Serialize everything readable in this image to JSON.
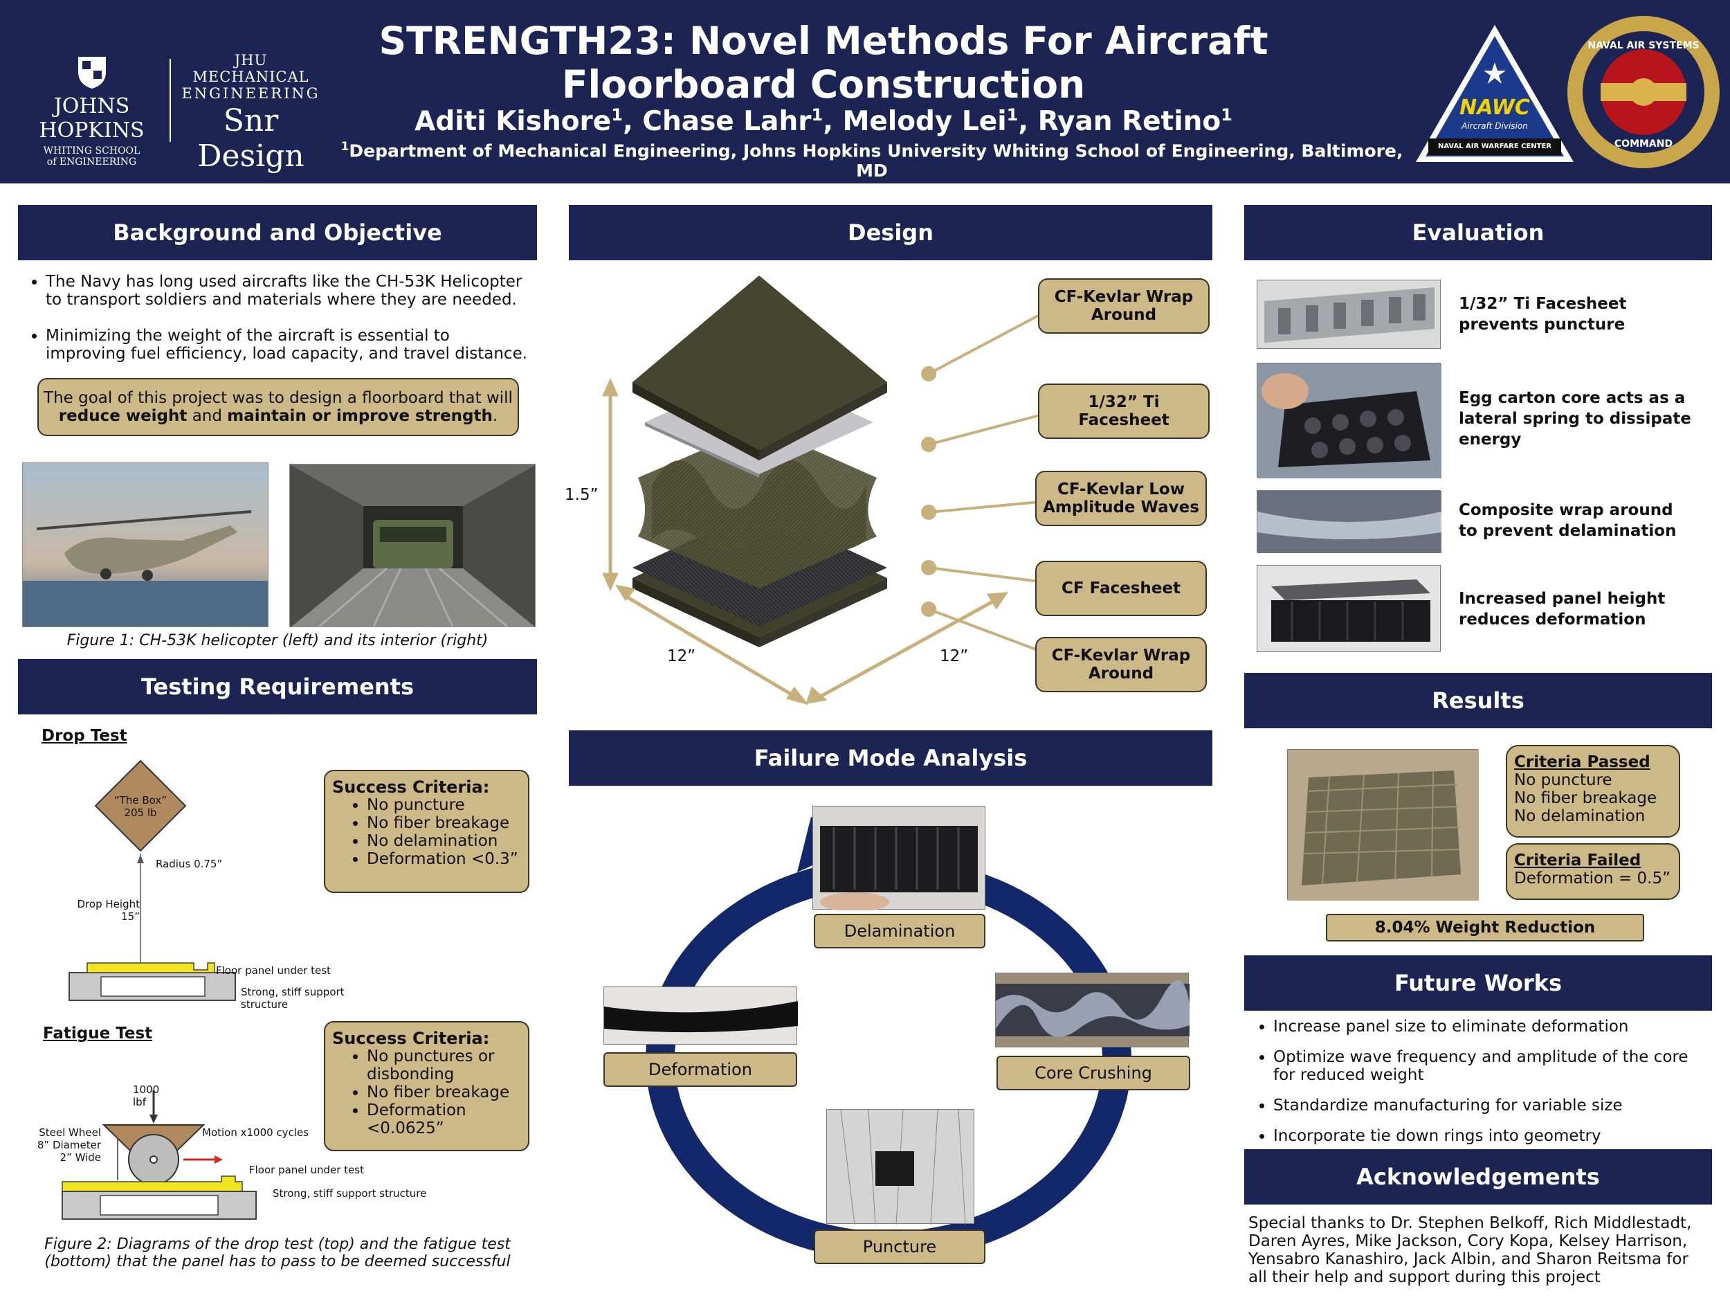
{
  "header": {
    "jhu_logo": [
      "JOHNS HOPKINS",
      "WHITING SCHOOL",
      "of ENGINEERING"
    ],
    "me_logo": [
      "JHU MECHANICAL",
      "ENGINEERING",
      "Snr Design"
    ],
    "title_line1": "STRENGTH23: Novel Methods For Aircraft",
    "title_line2": "Floorboard Construction",
    "authors": [
      {
        "name": "Aditi Kishore",
        "sup": "1"
      },
      {
        "name": "Chase Lahr",
        "sup": "1"
      },
      {
        "name": "Melody Lei",
        "sup": "1"
      },
      {
        "name": "Ryan Retino",
        "sup": "1"
      }
    ],
    "affiliation_sup": "1",
    "affiliation": "Department of Mechanical Engineering, Johns Hopkins University Whiting School of Engineering, Baltimore, MD",
    "nawc_logo": [
      "NAWC",
      "Aircraft Division",
      "NAVAL AIR WARFARE CENTER"
    ],
    "navair_logo": [
      "NAVAL AIR SYSTEMS",
      "COMMAND"
    ]
  },
  "background": {
    "heading": "Background and Objective",
    "bullets": [
      "The Navy has long used aircrafts like the CH-53K Helicopter to transport soldiers and materials where they are needed.",
      "Minimizing the weight of the aircraft is essential to improving fuel efficiency, load capacity, and travel distance."
    ],
    "goal_pre": "The goal of this project was to design a floorboard that will",
    "goal_b1": "reduce weight",
    "goal_mid": "and",
    "goal_b2": "maintain or improve strength",
    "goal_end": ".",
    "figure1_caption": "Figure 1: CH-53K helicopter (left) and its interior (right)"
  },
  "testing": {
    "heading": "Testing Requirements",
    "drop": {
      "title": "Drop Test",
      "box_label": "“The Box”",
      "box_weight": "205 lb",
      "radius": "Radius 0.75”",
      "drop_height": "Drop Height",
      "drop_value": "15”",
      "panel": "Floor panel under test",
      "support": "Strong, stiff support structure",
      "criteria_title": "Success Criteria:",
      "criteria": [
        "No puncture",
        "No fiber breakage",
        "No delamination",
        "Deformation <0.3”"
      ]
    },
    "fatigue": {
      "title": "Fatigue Test",
      "load": "1000 lbf",
      "wheel": [
        "Steel Wheel",
        "8” Diameter",
        "2” Wide"
      ],
      "motion": "Motion x1000 cycles",
      "panel": "Floor panel under test",
      "support": "Strong, stiff support structure",
      "criteria_title": "Success Criteria:",
      "criteria": [
        "No punctures or disbonding",
        "No fiber breakage",
        "Deformation <0.0625”"
      ]
    },
    "figure2_caption_line1": "Figure 2: Diagrams of the drop test (top) and the fatigue test",
    "figure2_caption_line2": "(bottom) that the panel has to pass to be deemed successful"
  },
  "design": {
    "heading": "Design",
    "height_dim": "1.5”",
    "width_dim_left": "12”",
    "width_dim_right": "12”",
    "layers": [
      "CF-Kevlar Wrap Around",
      "1/32” Ti Facesheet",
      "CF-Kevlar Low Amplitude Waves",
      "CF Facesheet",
      "CF-Kevlar Wrap Around"
    ],
    "colors": {
      "navy": "#1b2452",
      "tan": "#cdb888",
      "leader": "#c8b07c"
    }
  },
  "failure": {
    "heading": "Failure Mode Analysis",
    "modes": [
      "Delamination",
      "Core Crushing",
      "Puncture",
      "Deformation"
    ]
  },
  "evaluation": {
    "heading": "Evaluation",
    "items": [
      "1/32” Ti Facesheet prevents puncture",
      "Egg carton core acts as a lateral spring to dissipate energy",
      "Composite wrap around to prevent delamination",
      "Increased panel height reduces deformation"
    ]
  },
  "results": {
    "heading": "Results",
    "passed_title": "Criteria Passed",
    "passed": [
      "No puncture",
      "No fiber breakage",
      "No delamination"
    ],
    "failed_title": "Criteria Failed",
    "failed": [
      "Deformation = 0.5”"
    ],
    "weight": "8.04% Weight Reduction"
  },
  "future": {
    "heading": "Future Works",
    "bullets": [
      "Increase panel size to eliminate deformation",
      "Optimize wave frequency and amplitude of the core for reduced weight",
      "Standardize manufacturing for variable size",
      "Incorporate tie down rings into geometry"
    ]
  },
  "ack": {
    "heading": "Acknowledgements",
    "text": "Special thanks to Dr. Stephen Belkoff, Rich Middlestadt, Daren Ayres, Mike Jackson, Cory Kopa, Kelsey Harrison, Yensabro Kanashiro, Jack Albin, and Sharon Reitsma for all their help and support during this project"
  }
}
